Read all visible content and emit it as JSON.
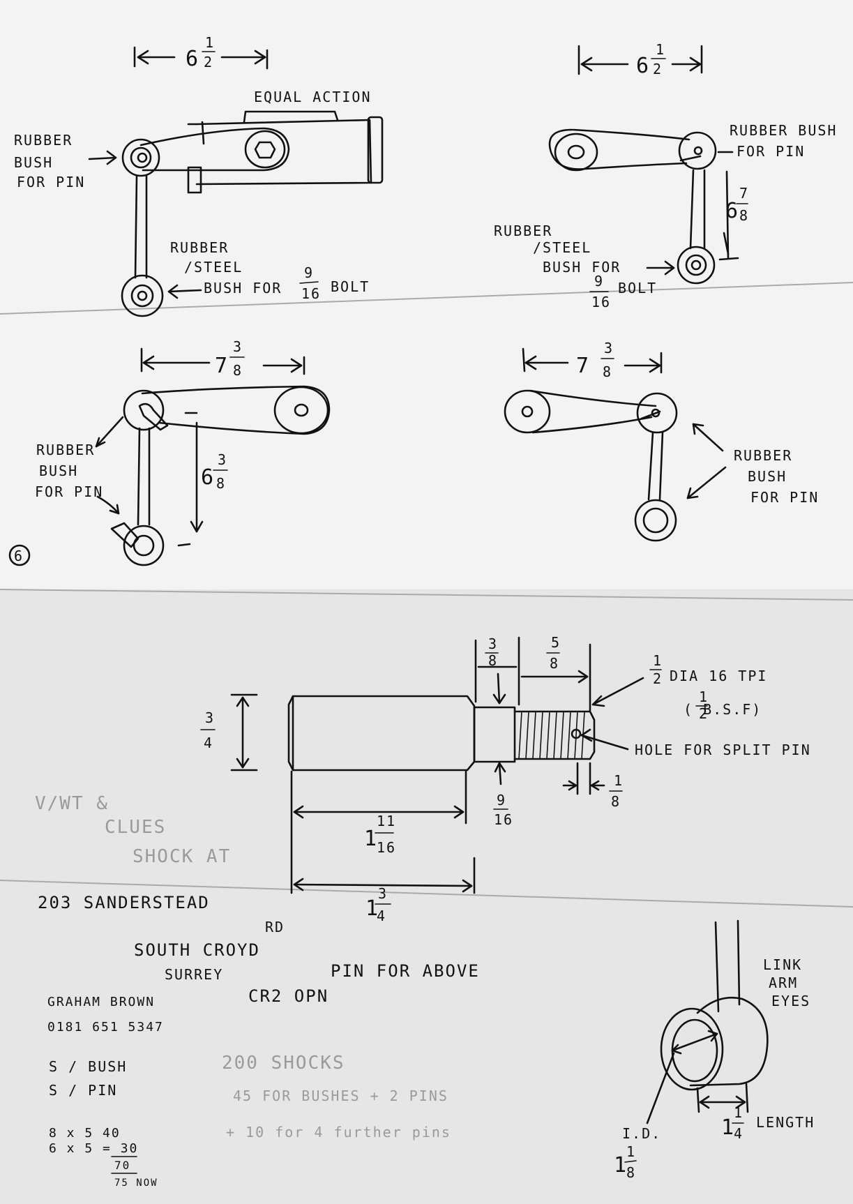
{
  "diagram1": {
    "dimension": "6",
    "dimension_frac": {
      "num": "1",
      "den": "2"
    },
    "top_label": "EQUAL ACTION",
    "pin_label": [
      "RUBBER",
      "BUSH",
      "FOR PIN"
    ],
    "bolt_label": [
      "RUBBER",
      "/STEEL",
      "BUSH FOR",
      "BOLT"
    ],
    "bolt_frac": {
      "num": "9",
      "den": "16"
    }
  },
  "diagram2": {
    "dimension": "6",
    "dimension_frac": {
      "num": "1",
      "den": "2"
    },
    "pin_label": [
      "RUBBER BUSH",
      "FOR PIN"
    ],
    "height": "6",
    "height_frac": {
      "num": "7",
      "den": "8"
    },
    "bolt_label": [
      "RUBBER",
      "/STEEL",
      "BUSH FOR",
      "BOLT"
    ],
    "bolt_frac": {
      "num": "9",
      "den": "16"
    }
  },
  "diagram3": {
    "dimension": "7",
    "dimension_frac": {
      "num": "3",
      "den": "8"
    },
    "height": "6",
    "height_frac": {
      "num": "3",
      "den": "8"
    },
    "pin_label": [
      "RUBBER",
      "BUSH",
      "FOR PIN"
    ],
    "corner_mark": "6"
  },
  "diagram4": {
    "dimension": "7",
    "dimension_frac": {
      "num": "3",
      "den": "8"
    },
    "pin_label": [
      "RUBBER",
      "BUSH",
      "FOR PIN"
    ]
  },
  "pin_drawing": {
    "dia_body": {
      "num": "3",
      "den": "4"
    },
    "shoulder_len": {
      "num": "3",
      "den": "8"
    },
    "thread_len": {
      "num": "5",
      "den": "8"
    },
    "thread_spec": "DIA 16 TPI",
    "thread_frac": {
      "num": "1",
      "den": "2"
    },
    "thread_bsf": "( B.S.F)",
    "bsf_frac": {
      "num": "1",
      "den": "2"
    },
    "split_pin": "HOLE FOR SPLIT PIN",
    "neck_dia": {
      "num": "9",
      "den": "16"
    },
    "end_gap": {
      "num": "1",
      "den": "8"
    },
    "body_len": "1",
    "body_len_frac": {
      "num": "11",
      "den": "16"
    },
    "total_len": "1",
    "total_len_frac": {
      "num": "3",
      "den": "4"
    },
    "caption": "PIN FOR ABOVE"
  },
  "link_eye": {
    "label": [
      "LINK",
      "ARM",
      "EYES"
    ],
    "id_label": "I.D.",
    "id_value": "1",
    "id_frac": {
      "num": "1",
      "den": "8"
    },
    "length": "1",
    "length_frac": {
      "num": "1",
      "den": "4"
    },
    "length_label": "LENGTH"
  },
  "notes": {
    "address": [
      "203 SANDERSTEAD",
      "RD",
      "SOUTH CROYD",
      "SURREY",
      "CR2 OPN"
    ],
    "contact_name": "GRAHAM BROWN",
    "phone": "0181 651 5347",
    "items": [
      "S / BUSH",
      "S / PIN"
    ],
    "calc": [
      "8 x 5   40",
      "6 x 5 = 30",
      "70",
      "75 NOW"
    ],
    "pencil_1": [
      "V/WT  &",
      "CLUES",
      "SHOCK AT"
    ],
    "pencil_2": [
      "200  SHOCKS",
      "45  FOR BUSHES + 2 PINS",
      "+ 10  for  4  further pins"
    ]
  }
}
